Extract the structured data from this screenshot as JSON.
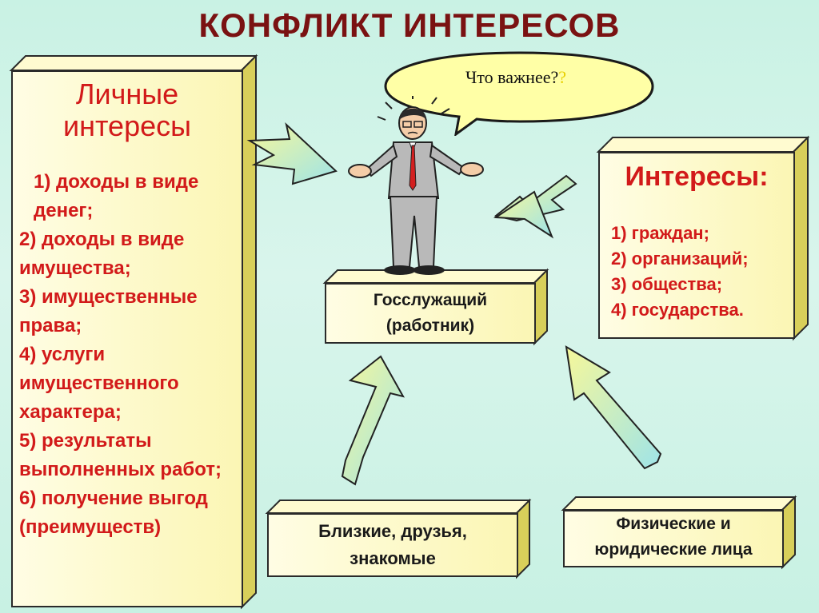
{
  "title": "КОНФЛИКТ ИНТЕРЕСОВ",
  "left_box": {
    "heading_line1": "Личные",
    "heading_line2": "интересы",
    "items": [
      "1) доходы в виде денег;",
      "2) доходы в виде имущества;",
      "3) имущественные права;",
      "4) услуги имущественного характера;",
      "5) результаты выполненных работ;",
      "6) получение выгод (преимуществ)"
    ]
  },
  "right_box": {
    "heading": "Интересы:",
    "items": [
      "1) граждан;",
      "2) организаций;",
      "3) общества;",
      "4) государства."
    ]
  },
  "center_box": {
    "line1": "Госслужащий",
    "line2": "(работник)"
  },
  "bottom_left_box": {
    "line1": "Близкие, друзья,",
    "line2": "знакомые"
  },
  "bottom_right_box": {
    "line1": "Физические и",
    "line2": "юридические лица"
  },
  "speech_bubble": {
    "text": "Что важнее?",
    "marks": "?"
  },
  "colors": {
    "title": "#7a1212",
    "accent_red": "#d21a1a",
    "box_face": "#fbf6b4",
    "arrow_fill": "#f6f79a",
    "background": "#c9f2e4"
  }
}
